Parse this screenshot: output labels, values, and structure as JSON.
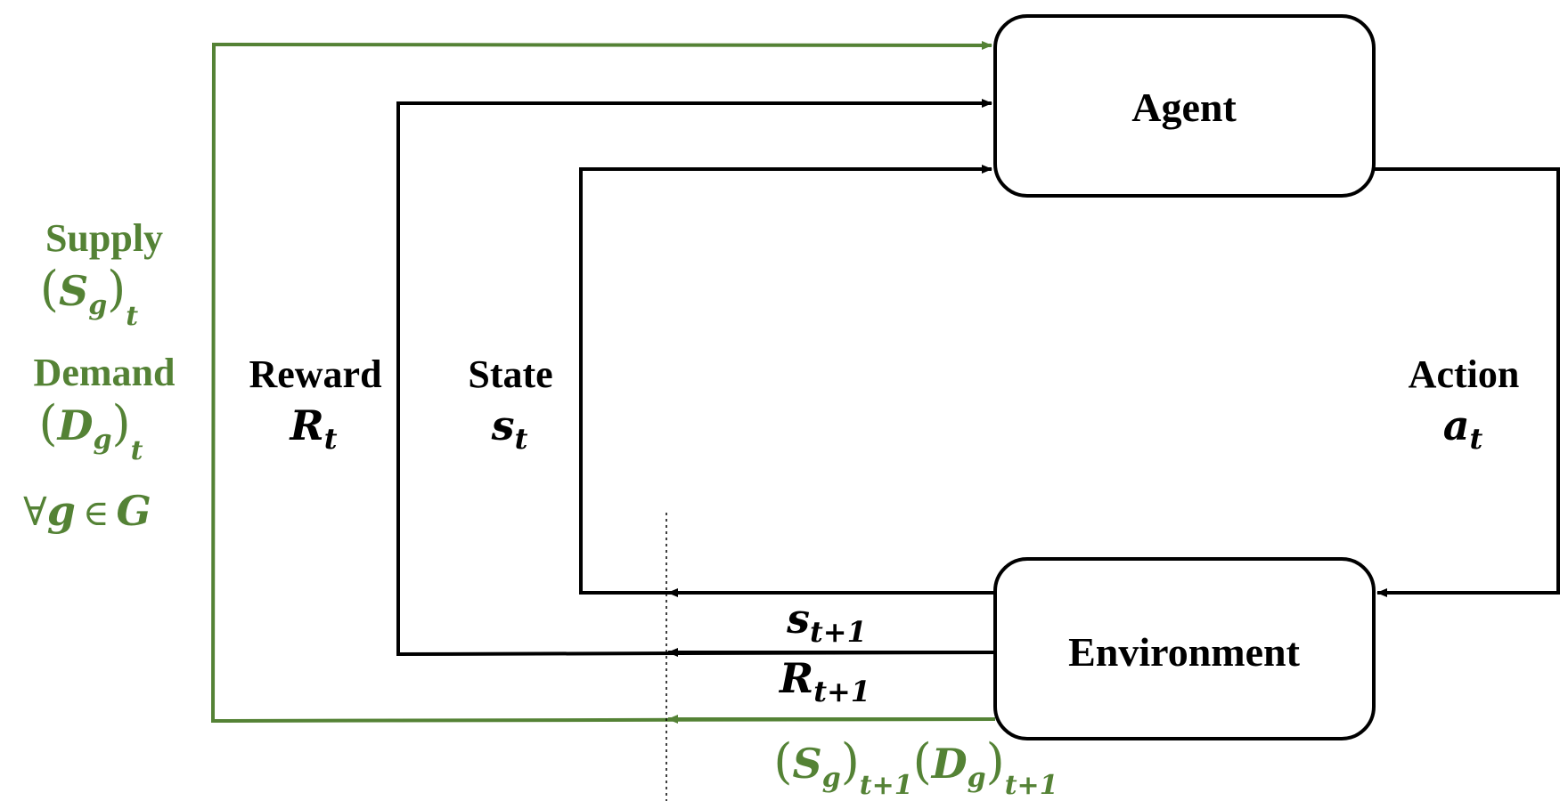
{
  "colors": {
    "black": "#000000",
    "green": "#548235"
  },
  "boxes": {
    "agent": "Agent",
    "environment": "Environment"
  },
  "labels": {
    "reward_word": "Reward",
    "reward_symbol": "R",
    "reward_sub": "t",
    "state_word": "State",
    "state_symbol": "s",
    "state_sub": "t",
    "action_word": "Action",
    "action_symbol": "a",
    "action_sub": "t",
    "next_state_symbol": "s",
    "next_state_sub": "t+1",
    "next_reward_symbol": "R",
    "next_reward_sub": "t+1"
  },
  "green_labels": {
    "supply_word": "Supply",
    "supply_symbol": "S",
    "supply_inner_sub": "g",
    "supply_sub": "t",
    "demand_word": "Demand",
    "demand_symbol": "D",
    "demand_inner_sub": "g",
    "demand_sub": "t",
    "forall_prefix": "∀",
    "forall_var": "g",
    "forall_in": "∈",
    "forall_set": "G",
    "next_supply_symbol": "S",
    "next_supply_inner_sub": "g",
    "next_supply_sub": "t+1",
    "next_demand_symbol": "D",
    "next_demand_inner_sub": "g",
    "next_demand_sub": "t+1",
    "paren_open": "(",
    "paren_close": ")"
  }
}
